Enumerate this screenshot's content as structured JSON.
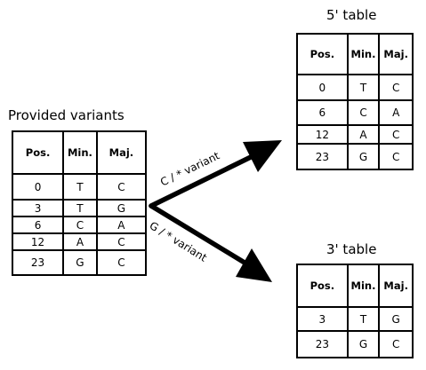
{
  "columns": [
    "Pos.",
    "Min.",
    "Maj."
  ],
  "provided": {
    "title": "Provided variants",
    "rows": [
      [
        "0",
        "T",
        "C"
      ],
      [
        "3",
        "T",
        "G"
      ],
      [
        "6",
        "C",
        "A"
      ],
      [
        "12",
        "A",
        "C"
      ],
      [
        "23",
        "G",
        "C"
      ]
    ]
  },
  "five_prime": {
    "title": "5' table",
    "rows": [
      [
        "0",
        "T",
        "C"
      ],
      [
        "6",
        "C",
        "A"
      ],
      [
        "12",
        "A",
        "C"
      ],
      [
        "23",
        "G",
        "C"
      ]
    ]
  },
  "three_prime": {
    "title": "3' table",
    "rows": [
      [
        "3",
        "T",
        "G"
      ],
      [
        "23",
        "G",
        "C"
      ]
    ]
  },
  "arrows": {
    "upper_label": "C / * variant",
    "lower_label": "G / * variant"
  }
}
